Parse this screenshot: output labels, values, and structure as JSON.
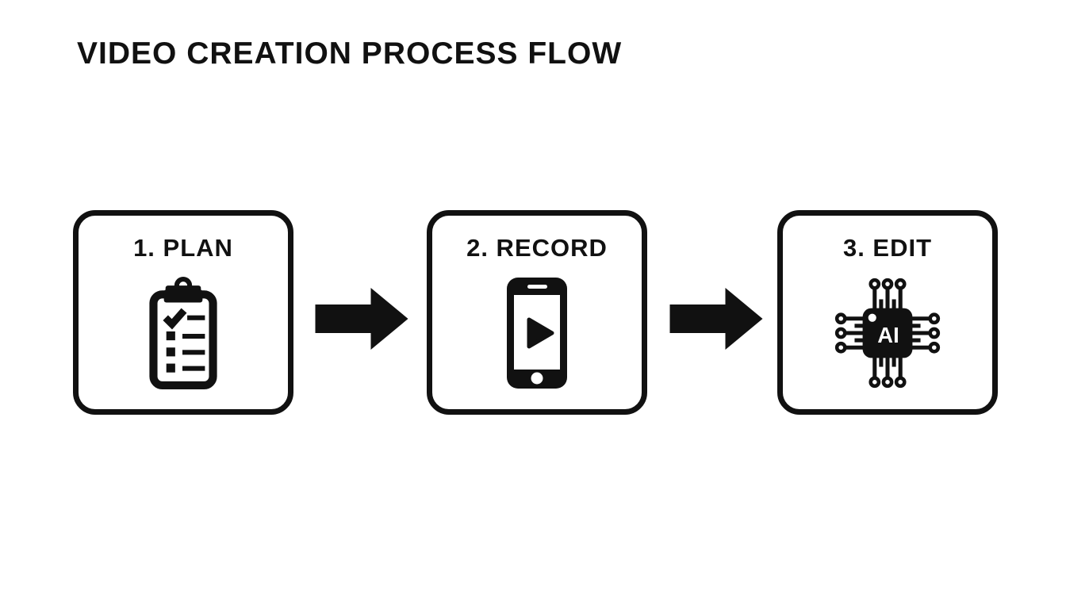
{
  "title": "VIDEO CREATION PROCESS FLOW",
  "colors": {
    "ink": "#111111",
    "background": "#ffffff"
  },
  "steps": [
    {
      "label": "1. PLAN",
      "icon": "clipboard-checklist-icon"
    },
    {
      "label": "2. RECORD",
      "icon": "smartphone-play-icon"
    },
    {
      "label": "3. EDIT",
      "icon": "ai-chip-icon",
      "chip_label": "AI"
    }
  ],
  "connectors": [
    {
      "icon": "arrow-right-icon"
    },
    {
      "icon": "arrow-right-icon"
    }
  ]
}
